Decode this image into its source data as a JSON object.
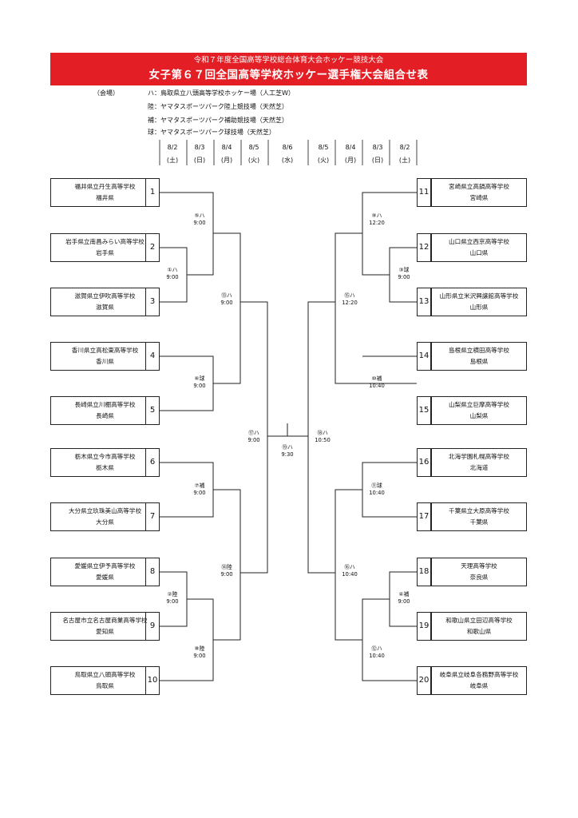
{
  "header": {
    "subtitle": "令和７年度全国高等学校総合体育大会ホッケー競技大会",
    "title": "女子第６７回全国高等学校ホッケー選手権大会組合せ表"
  },
  "venues": {
    "label": "（会場）",
    "items": [
      "ハ：鳥取県立八頭高等学校ホッケー場（人工芝W）",
      "陸：ヤマタスポーツパーク陸上競技場（天然芝）",
      "補：ヤマタスポーツパーク補助競技場（天然芝）",
      "球：ヤマタスポーツパーク球技場（天然芝）"
    ]
  },
  "dates": [
    {
      "date": "8/2",
      "day": "(土)"
    },
    {
      "date": "8/3",
      "day": "(日)"
    },
    {
      "date": "8/4",
      "day": "(月)"
    },
    {
      "date": "8/5",
      "day": "(火)"
    },
    {
      "date": "8/6",
      "day": "(水)"
    },
    {
      "date": "8/5",
      "day": "(火)"
    },
    {
      "date": "8/4",
      "day": "(月)"
    },
    {
      "date": "8/3",
      "day": "(日)"
    },
    {
      "date": "8/2",
      "day": "(土)"
    }
  ],
  "teams": [
    {
      "no": "1",
      "name": "福井県立丹生高等学校",
      "pref": "福井県"
    },
    {
      "no": "2",
      "name": "岩手県立南昌みらい高等学校",
      "pref": "岩手県"
    },
    {
      "no": "3",
      "name": "滋賀県立伊吹高等学校",
      "pref": "滋賀県"
    },
    {
      "no": "4",
      "name": "香川県立高松東高等学校",
      "pref": "香川県"
    },
    {
      "no": "5",
      "name": "長崎県立川棚高等学校",
      "pref": "長崎県"
    },
    {
      "no": "6",
      "name": "栃木県立今市高等学校",
      "pref": "栃木県"
    },
    {
      "no": "7",
      "name": "大分県立玖珠美山高等学校",
      "pref": "大分県"
    },
    {
      "no": "8",
      "name": "愛媛県立伊予高等学校",
      "pref": "愛媛県"
    },
    {
      "no": "9",
      "name": "名古屋市立名古屋商業高等学校",
      "pref": "愛知県"
    },
    {
      "no": "10",
      "name": "鳥取県立八頭高等学校",
      "pref": "鳥取県"
    },
    {
      "no": "11",
      "name": "宮崎県立高鍋高等学校",
      "pref": "宮崎県"
    },
    {
      "no": "12",
      "name": "山口県立西京高等学校",
      "pref": "山口県"
    },
    {
      "no": "13",
      "name": "山形県立米沢興譲館高等学校",
      "pref": "山形県"
    },
    {
      "no": "14",
      "name": "島根県立横田高等学校",
      "pref": "島根県"
    },
    {
      "no": "15",
      "name": "山梨県立巨摩高等学校",
      "pref": "山梨県"
    },
    {
      "no": "16",
      "name": "北海学園札幌高等学校",
      "pref": "北海道"
    },
    {
      "no": "17",
      "name": "千葉県立大原高等学校",
      "pref": "千葉県"
    },
    {
      "no": "18",
      "name": "天理高等学校",
      "pref": "奈良県"
    },
    {
      "no": "19",
      "name": "和歌山県立田辺高等学校",
      "pref": "和歌山県"
    },
    {
      "no": "20",
      "name": "岐阜県立岐阜各務野高等学校",
      "pref": "岐阜県"
    }
  ],
  "matches": {
    "m1": {
      "code": "①ハ",
      "time": "9:00"
    },
    "m2": {
      "code": "②陸",
      "time": "9:00"
    },
    "m3": {
      "code": "③球",
      "time": "9:00"
    },
    "m4": {
      "code": "④補",
      "time": "9:00"
    },
    "m5": {
      "code": "⑤ハ",
      "time": "9:00"
    },
    "m6": {
      "code": "⑥球",
      "time": "9:00"
    },
    "m7": {
      "code": "⑦補",
      "time": "9:00"
    },
    "m8": {
      "code": "⑧陸",
      "time": "9:00"
    },
    "m9": {
      "code": "⑨ハ",
      "time": "12:20"
    },
    "m10": {
      "code": "⑩補",
      "time": "10:40"
    },
    "m11": {
      "code": "⑪球",
      "time": "10:40"
    },
    "m12": {
      "code": "⑫ハ",
      "time": "10:40"
    },
    "m13": {
      "code": "⑬ハ",
      "time": "9:00"
    },
    "m14": {
      "code": "⑭陸",
      "time": "9:00"
    },
    "m15": {
      "code": "⑮ハ",
      "time": "12:20"
    },
    "m16": {
      "code": "⑯ハ",
      "time": "10:40"
    },
    "m17": {
      "code": "⑰ハ",
      "time": "9:00"
    },
    "m18": {
      "code": "⑱ハ",
      "time": "10:50"
    },
    "m19": {
      "code": "⑲ハ",
      "time": "9:30"
    }
  }
}
